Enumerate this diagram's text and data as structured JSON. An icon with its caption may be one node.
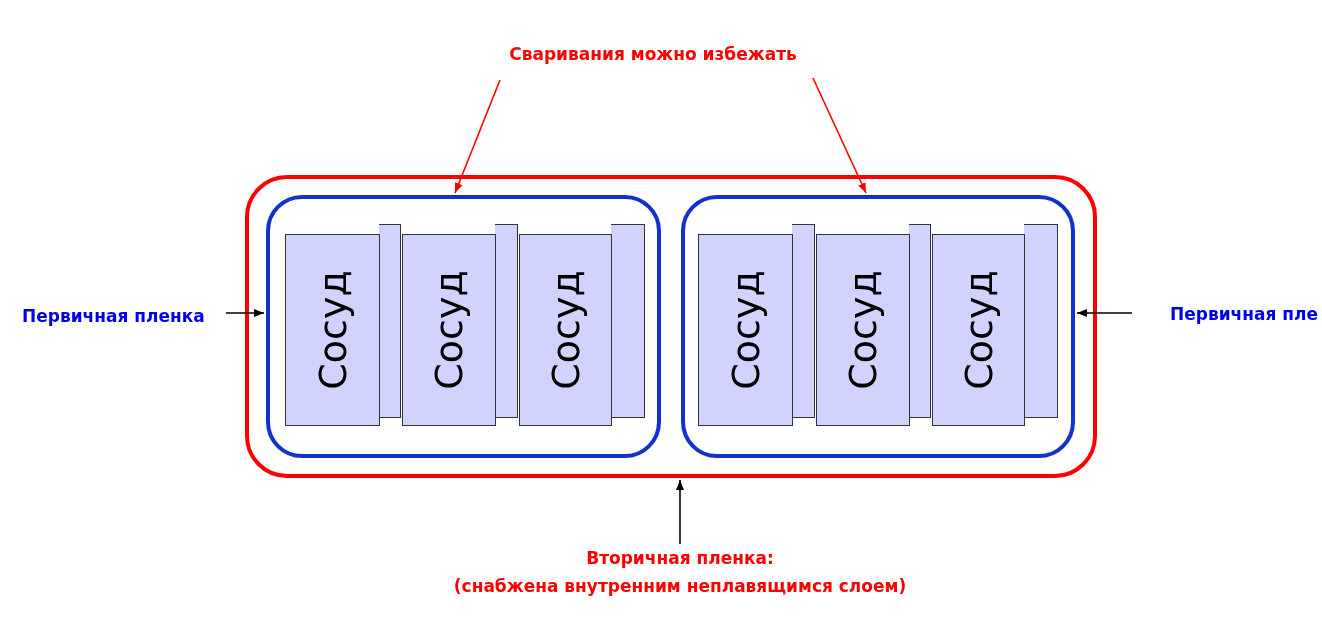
{
  "diagram": {
    "nodes": [
      {
        "text": [
          "Сваривания можно избежать"
        ]
      },
      {
        "text": [],
        "shape": "box"
      },
      {
        "text": [],
        "shape": "box",
        "in": 1
      },
      {
        "text": [],
        "shape": "box",
        "in": 2
      },
      {
        "text": [],
        "shape": "box",
        "in": 2
      },
      {
        "text": [],
        "shape": "box",
        "in": 2
      },
      {
        "text": [
          "Сосуд"
        ],
        "in": 2
      },
      {
        "text": [
          "Сосуд"
        ],
        "in": 2
      },
      {
        "text": [
          "Сосуд"
        ],
        "in": 2
      },
      {
        "text": [],
        "shape": "box",
        "in": 1
      },
      {
        "text": [],
        "shape": "box",
        "in": 9
      },
      {
        "text": [],
        "shape": "box",
        "in": 9
      },
      {
        "text": [],
        "shape": "box",
        "in": 9
      },
      {
        "text": [
          "Сосуд"
        ],
        "in": 9
      },
      {
        "text": [
          "Сосуд"
        ],
        "in": 9
      },
      {
        "text": [
          "Сосуд"
        ],
        "in": 9
      },
      {
        "text": [
          "Первичная пленка"
        ]
      },
      {
        "text": [
          "Первичная пле"
        ]
      },
      {
        "text": [
          "Вторичная пленка:",
          "(снабжена внутренним неплавящимся слоем)"
        ]
      }
    ],
    "edges": [
      {
        "from": 0,
        "to": 2,
        "arrow": "to",
        "color": "#ff0000"
      },
      {
        "from": 0,
        "to": 9,
        "arrow": "to",
        "color": "#ff0000"
      },
      {
        "from": 16,
        "to": 2,
        "arrow": "to"
      },
      {
        "from": 17,
        "to": 9,
        "arrow": "to"
      },
      {
        "from": 18,
        "to": 1,
        "arrow": "to"
      }
    ]
  }
}
